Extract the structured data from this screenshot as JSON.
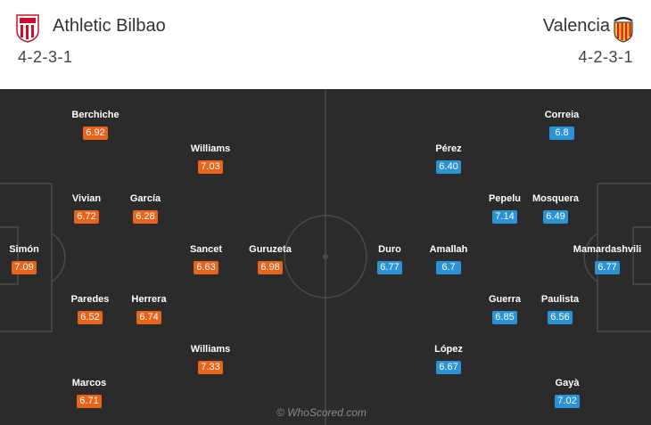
{
  "home": {
    "name": "Athletic Bilbao",
    "formation": "4-2-3-1",
    "crest_icon": "athletic-bilbao-crest",
    "rating_color": "#e8641b",
    "players": [
      {
        "name": "Berchiche",
        "rating": "6.92"
      },
      {
        "name": "Williams",
        "rating": "7.03"
      },
      {
        "name": "Vivian",
        "rating": "6.72"
      },
      {
        "name": "García",
        "rating": "6.28"
      },
      {
        "name": "Simón",
        "rating": "7.09"
      },
      {
        "name": "Sancet",
        "rating": "6.63"
      },
      {
        "name": "Guruzeta",
        "rating": "6.98"
      },
      {
        "name": "Paredes",
        "rating": "6.52"
      },
      {
        "name": "Herrera",
        "rating": "6.74"
      },
      {
        "name": "Williams",
        "rating": "7.33"
      },
      {
        "name": "Marcos",
        "rating": "6.71"
      }
    ]
  },
  "away": {
    "name": "Valencia",
    "formation": "4-2-3-1",
    "crest_icon": "valencia-bat-crest",
    "rating_color": "#2a93d5",
    "players": [
      {
        "name": "Correia",
        "rating": "6.8"
      },
      {
        "name": "Pérez",
        "rating": "6.40"
      },
      {
        "name": "Pepelu",
        "rating": "7.14"
      },
      {
        "name": "Mosquera",
        "rating": "6.49"
      },
      {
        "name": "Duro",
        "rating": "6.77"
      },
      {
        "name": "Amallah",
        "rating": "6.7"
      },
      {
        "name": "Mamardashvili",
        "rating": "6.77"
      },
      {
        "name": "Guerra",
        "rating": "6.85"
      },
      {
        "name": "Paulista",
        "rating": "6.56"
      },
      {
        "name": "López",
        "rating": "6.67"
      },
      {
        "name": "Gayà",
        "rating": "7.02"
      }
    ]
  },
  "pitch_color": "#2b2b2b",
  "watermark": "© WhoScored.com"
}
